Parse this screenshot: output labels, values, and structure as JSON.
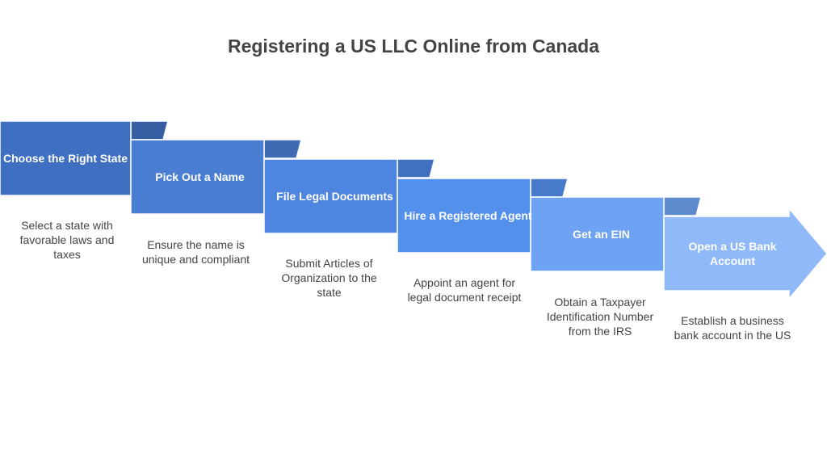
{
  "title": "Registering a US LLC Online from Canada",
  "steps": [
    {
      "label": "Choose the Right State",
      "description": "Select a state with favorable laws and taxes",
      "color": "#3f6fc0"
    },
    {
      "label": "Pick Out a Name",
      "description": "Ensure the name is unique and compliant",
      "color": "#4a7ed2"
    },
    {
      "label": "File Legal Documents",
      "description": "Submit Articles of Organization to the state",
      "color": "#4d85e0"
    },
    {
      "label": "Hire a Registered Agent",
      "description": "Appoint an agent for legal document receipt",
      "color": "#5390ec"
    },
    {
      "label": "Get an EIN",
      "description": "Obtain a Taxpayer Identification Number from the IRS",
      "color": "#6ea2f2"
    },
    {
      "label": "Open a US Bank Account",
      "description": "Establish a business bank account in the US",
      "color": "#8fb9f9"
    }
  ]
}
